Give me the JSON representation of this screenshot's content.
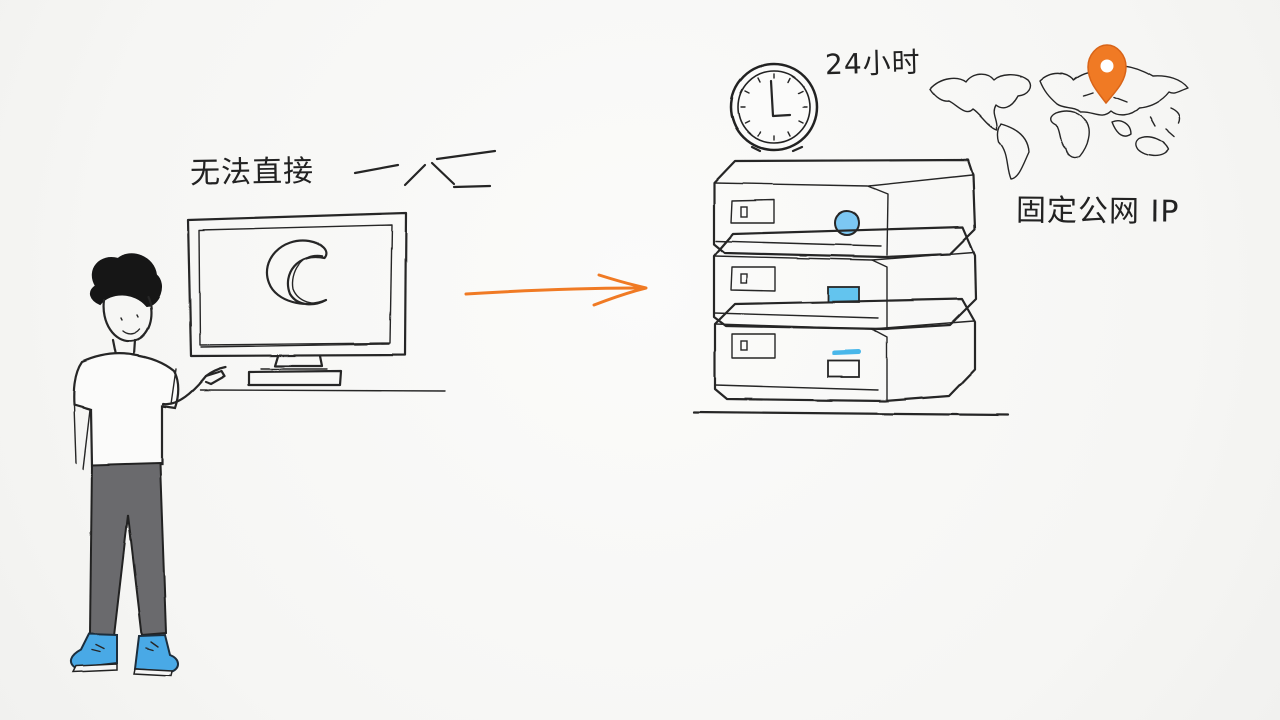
{
  "scene": {
    "labels": {
      "cannot_connect": "无法直接",
      "uptime": "24小时",
      "static_ip": "固定公网 IP"
    },
    "colors": {
      "ink": "#252525",
      "accent_orange": "#f07a24",
      "accent_blue": "#4aaee6",
      "pants_gray": "#6b6b6d"
    },
    "icons": {
      "person": "person-icon",
      "computer": "computer-monitor-icon",
      "moon": "moon-icon",
      "arrow": "arrow-right-icon",
      "server": "server-stack-icon",
      "clock": "clock-icon",
      "world_map": "world-map-icon",
      "location_pin": "location-pin-icon"
    }
  }
}
